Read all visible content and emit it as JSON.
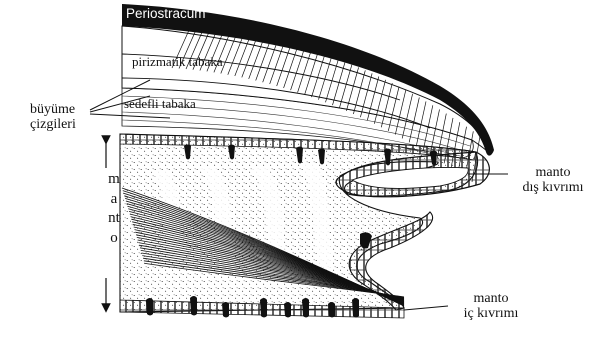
{
  "labels": {
    "periostracum": "Periostracum",
    "prismatic_layer": "pirizmatik tabaka",
    "nacreous_layer": "sedefli  tabaka",
    "growth_lines_1": "büyüme",
    "growth_lines_2": "çizgileri",
    "mantle": "manto",
    "outer_fold_1": "manto",
    "outer_fold_2": "dış kıvrımı",
    "inner_fold_1": "manto",
    "inner_fold_2": "iç kıvrımı"
  },
  "colors": {
    "ink": "#111111",
    "background": "#ffffff"
  }
}
